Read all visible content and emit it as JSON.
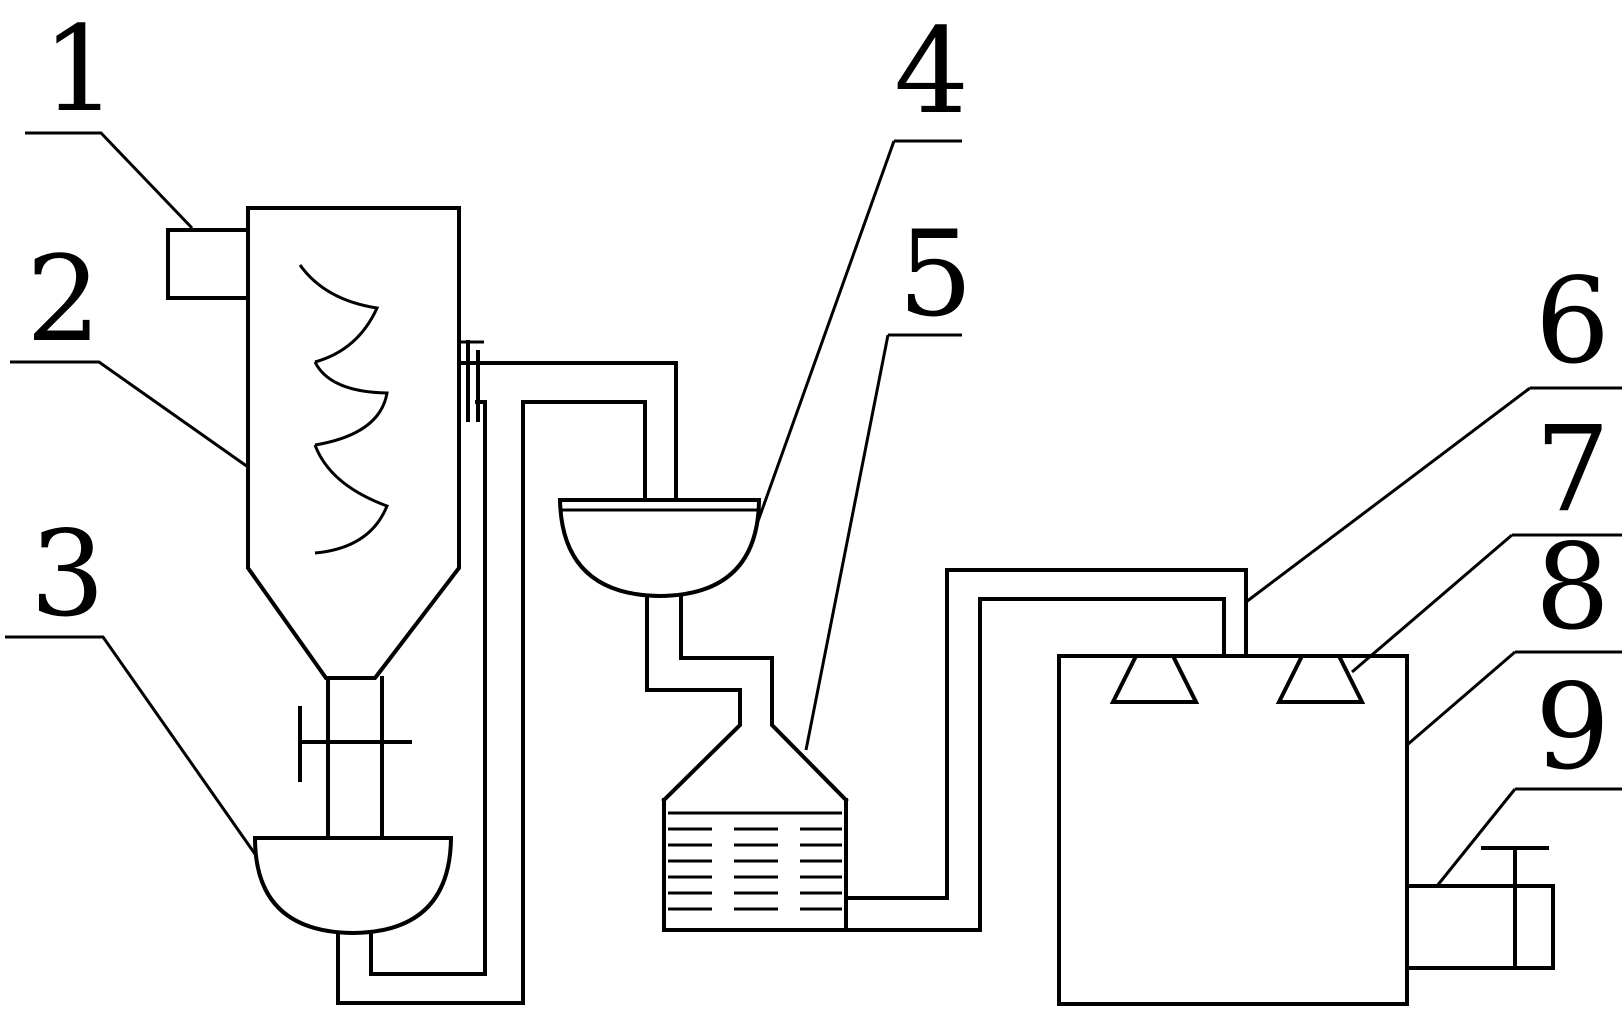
{
  "diagram": {
    "callouts": [
      {
        "id": "1",
        "label": "1"
      },
      {
        "id": "2",
        "label": "2"
      },
      {
        "id": "3",
        "label": "3"
      },
      {
        "id": "4",
        "label": "4"
      },
      {
        "id": "5",
        "label": "5"
      },
      {
        "id": "6",
        "label": "6"
      },
      {
        "id": "7",
        "label": "7"
      },
      {
        "id": "8",
        "label": "8"
      },
      {
        "id": "9",
        "label": "9"
      }
    ],
    "colors": {
      "stroke": "#000000",
      "background": "#ffffff"
    }
  }
}
